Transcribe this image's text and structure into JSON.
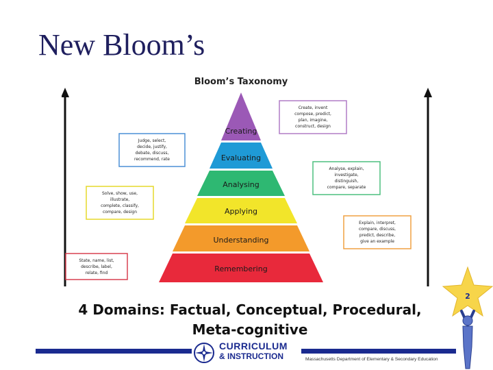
{
  "slide": {
    "title": "New Bloom’s"
  },
  "diagram": {
    "title": "Bloom’s Taxonomy",
    "levels": [
      {
        "label": "Creating",
        "color": "#9b59b6"
      },
      {
        "label": "Evaluating",
        "color": "#1f9ad6"
      },
      {
        "label": "Analysing",
        "color": "#2eb872"
      },
      {
        "label": "Applying",
        "color": "#f2e52a"
      },
      {
        "label": "Understanding",
        "color": "#f39a2b"
      },
      {
        "label": "Remembering",
        "color": "#e8293b"
      }
    ],
    "verb_boxes": {
      "creating": [
        "Create, invent",
        "compose, predict,",
        "plan, imagine,",
        "construct, design"
      ],
      "evaluating": [
        "Judge, select,",
        "decide, justify,",
        "debate, discuss,",
        "recommend, rate"
      ],
      "analysing": [
        "Analyse, explain,",
        "investigate,",
        "distinguish,",
        "compare, separate"
      ],
      "applying": [
        "Solve, show, use,",
        "illustrate,",
        "complete, classify,",
        "compare, design"
      ],
      "understanding": [
        "Explain, interpret,",
        "compare, discuss,",
        "predict, describe,",
        "give an example"
      ],
      "remembering": [
        "State, name, list,",
        "describe, label,",
        "relate, find"
      ]
    }
  },
  "domains": {
    "line1": "4 Domains: Factual, Conceptual, Procedural,",
    "line2": "Meta-cognitive"
  },
  "footer": {
    "logo_line1": "CURRICULUM",
    "logo_line2": "& INSTRUCTION",
    "department": "Massachusetts Department of Elementary & Secondary Education",
    "star_number": "2"
  },
  "colors": {
    "brand_blue": "#1a2a8f",
    "star_yellow": "#f7d54a"
  }
}
